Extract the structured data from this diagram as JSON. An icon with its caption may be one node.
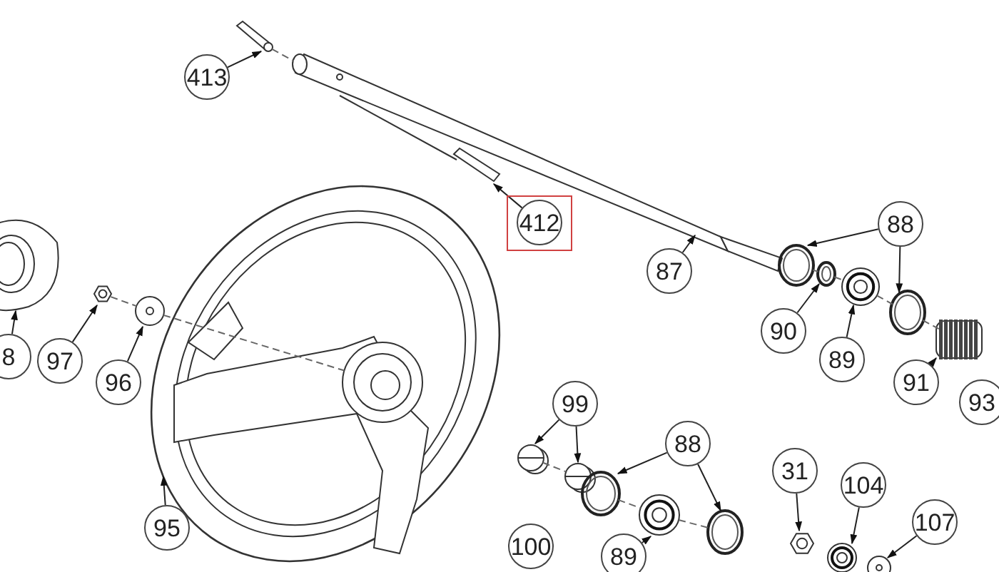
{
  "diagram": {
    "nodes": [
      {
        "text": [
          "413"
        ]
      },
      {
        "text": [
          "412"
        ]
      },
      {
        "text": [
          "87"
        ]
      },
      {
        "text": [
          "88"
        ]
      },
      {
        "text": [
          "90"
        ]
      },
      {
        "text": [
          "89"
        ]
      },
      {
        "text": [
          "91"
        ]
      },
      {
        "text": [
          "93"
        ]
      },
      {
        "text": [
          "8"
        ]
      },
      {
        "text": [
          "97"
        ]
      },
      {
        "text": [
          "96"
        ]
      },
      {
        "text": [
          "95"
        ]
      },
      {
        "text": [
          "99"
        ]
      },
      {
        "text": [
          "88"
        ]
      },
      {
        "text": [
          "100"
        ]
      },
      {
        "text": [
          "89"
        ]
      },
      {
        "text": [
          "31"
        ]
      },
      {
        "text": [
          "104"
        ]
      },
      {
        "text": [
          "107"
        ]
      },
      {
        "text": [],
        "shape": "picture"
      },
      {
        "text": [],
        "shape": "picture"
      },
      {
        "text": [],
        "shape": "picture"
      },
      {
        "text": [],
        "shape": "picture"
      },
      {
        "text": [],
        "shape": "picture"
      },
      {
        "text": [],
        "shape": "picture"
      },
      {
        "text": [],
        "shape": "picture"
      },
      {
        "text": [],
        "shape": "picture"
      },
      {
        "text": [],
        "shape": "picture"
      },
      {
        "text": [],
        "shape": "picture"
      },
      {
        "text": [],
        "shape": "picture"
      },
      {
        "text": [],
        "shape": "picture"
      },
      {
        "text": [],
        "shape": "cylinder"
      },
      {
        "text": [],
        "shape": "cylinder"
      },
      {
        "text": [],
        "shape": "picture"
      },
      {
        "text": [],
        "shape": "picture"
      },
      {
        "text": [],
        "shape": "picture"
      },
      {
        "text": [],
        "shape": "picture"
      },
      {
        "text": [],
        "shape": "picture"
      },
      {
        "text": [],
        "shape": "picture"
      }
    ],
    "edges": [
      {
        "from": 0,
        "to": 19,
        "arrow": "to"
      },
      {
        "from": 1,
        "to": 20,
        "arrow": "to"
      },
      {
        "from": 2,
        "to": 21,
        "arrow": "to"
      },
      {
        "from": 3,
        "to": 22,
        "arrow": "to"
      },
      {
        "from": 3,
        "to": 25,
        "arrow": "to"
      },
      {
        "from": 4,
        "to": 23,
        "arrow": "to"
      },
      {
        "from": 5,
        "to": 24,
        "arrow": "to"
      },
      {
        "from": 6,
        "to": 26,
        "arrow": "to"
      },
      {
        "from": 8,
        "to": 27,
        "arrow": "to"
      },
      {
        "from": 9,
        "to": 28,
        "arrow": "to"
      },
      {
        "from": 10,
        "to": 29,
        "arrow": "to"
      },
      {
        "from": 11,
        "to": 30,
        "arrow": "to"
      },
      {
        "from": 12,
        "to": 31,
        "arrow": "to"
      },
      {
        "from": 12,
        "to": 32,
        "arrow": "to"
      },
      {
        "from": 13,
        "to": 33,
        "arrow": "to"
      },
      {
        "from": 13,
        "to": 35,
        "arrow": "to"
      },
      {
        "from": 15,
        "to": 34,
        "arrow": "to"
      },
      {
        "from": 16,
        "to": 36,
        "arrow": "to"
      },
      {
        "from": 17,
        "to": 37,
        "arrow": "to"
      },
      {
        "from": 18,
        "to": 38,
        "arrow": "to"
      },
      {
        "from": 19,
        "to": 21,
        "arrow": "none",
        "style": "dashed"
      },
      {
        "from": 28,
        "to": 29,
        "arrow": "none",
        "style": "dashed"
      },
      {
        "from": 29,
        "to": 30,
        "arrow": "none",
        "style": "dashed"
      },
      {
        "from": 22,
        "to": 23,
        "arrow": "none",
        "style": "dashed"
      },
      {
        "from": 23,
        "to": 24,
        "arrow": "none",
        "style": "dashed"
      },
      {
        "from": 24,
        "to": 25,
        "arrow": "none",
        "style": "dashed"
      },
      {
        "from": 25,
        "to": 26,
        "arrow": "none",
        "style": "dashed"
      },
      {
        "from": 31,
        "to": 32,
        "arrow": "none",
        "style": "dashed"
      },
      {
        "from": 33,
        "to": 34,
        "arrow": "none",
        "style": "dashed"
      },
      {
        "from": 34,
        "to": 35,
        "arrow": "none",
        "style": "dashed"
      }
    ]
  }
}
